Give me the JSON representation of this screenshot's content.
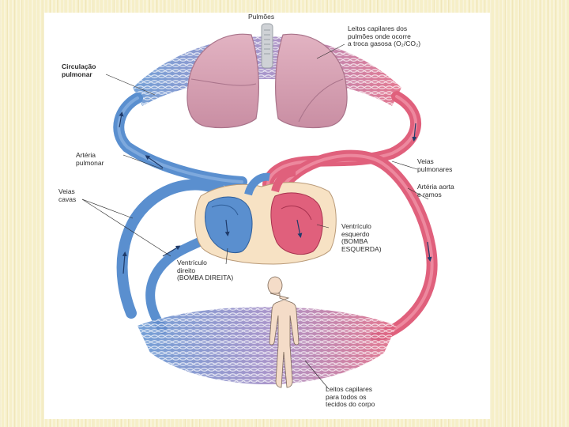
{
  "labels": {
    "pulmoes": "Pulmões",
    "leitos_pulmoes": "Leitos capilares dos\npulmões onde ocorre\na troca gasosa (O₂/CO₂)",
    "circulacao_pulmonar": "Circulação\npulmonar",
    "arteria_pulmonar": "Artéria\npulmonar",
    "veias_pulmonares": "Veias\npulmonares",
    "veias_cavas": "Veias\ncavas",
    "arteria_aorta": "Artéria aorta\ne ramos",
    "ventriculo_esquerdo": "Ventrículo\nesquerdo\n(BOMBA\nESQUERDA)",
    "ventriculo_direito": "Ventrículo\ndireito\n(BOMBA DIREITA)",
    "leitos_corpo": "Leitos capilares\npara todos os\ntecidos do corpo"
  },
  "colors": {
    "venous_blue": "#5a8fcf",
    "arterial_red": "#e0607c",
    "lung_pink": "#d9a3b4",
    "heart_cream": "#f7e2c4",
    "body_beige": "#f4dcc8",
    "slide_background": "#f6efc8"
  }
}
